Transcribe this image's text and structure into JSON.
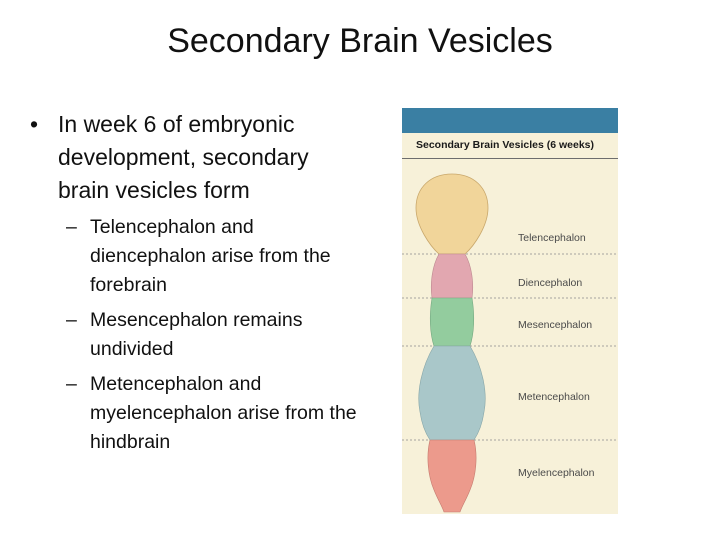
{
  "slide": {
    "title": "Secondary Brain Vesicles"
  },
  "bullets": {
    "main": "In week 6 of embryonic development, secondary brain vesicles form",
    "subs": [
      "Telencephalon and diencephalon arise from the forebrain",
      "Mesencephalon remains undivided",
      "Metencephalon and myelencephalon arise from the hindbrain"
    ]
  },
  "figure": {
    "title": "Secondary Brain Vesicles (6 weeks)",
    "regions": [
      {
        "label": "Telencephalon",
        "color": "#f1d59a"
      },
      {
        "label": "Diencephalon",
        "color": "#e2a7b0"
      },
      {
        "label": "Mesencephalon",
        "color": "#93cc9e"
      },
      {
        "label": "Metencephalon",
        "color": "#a9c7c9"
      },
      {
        "label": "Myelencephalon",
        "color": "#ec9a8c"
      }
    ],
    "band_color": "#3a7fa3",
    "background": "#f7f1d9"
  }
}
